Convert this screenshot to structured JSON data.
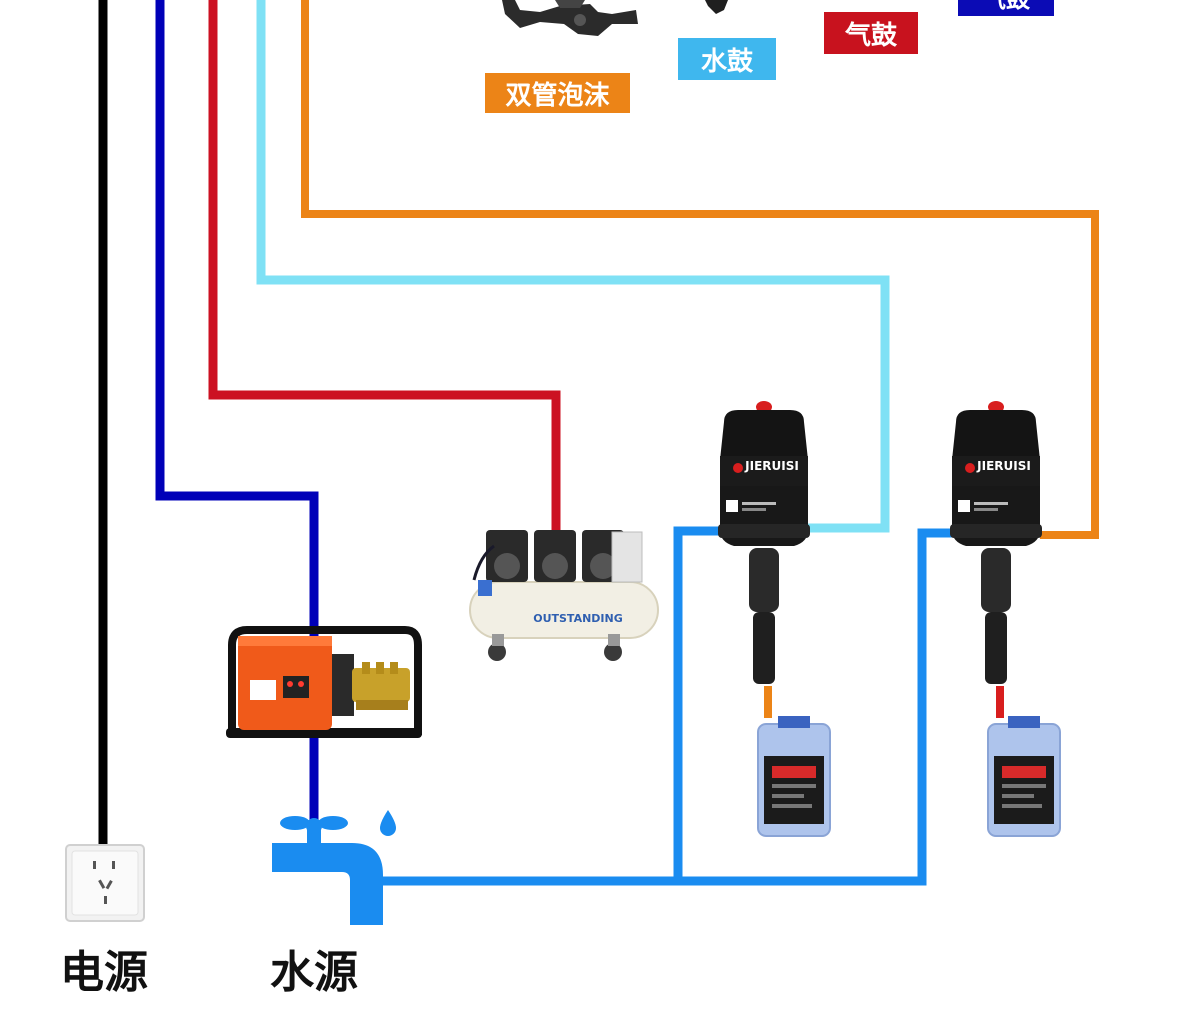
{
  "labels": {
    "foam": "双管泡沫",
    "water_drum": "水鼓",
    "air_drum": "气鼓",
    "partial_tag": "气鼓",
    "power": "电源",
    "water": "水源"
  },
  "brand": {
    "dispenser": "JIERUISI",
    "compressor": "OUTSTANDING"
  },
  "colors": {
    "power_line": "#000000",
    "water_supply_line": "#0000b8",
    "air_line": "#cc1122",
    "water_drum_line": "#7fe1f5",
    "foam_line": "#ec8417",
    "dispenser_feed_line": "#1a8cf0",
    "tag_orange": "#ec8417",
    "tag_light_blue": "#3fb7ee",
    "tag_red": "#c8121e",
    "tag_navy": "#0b0bb5"
  }
}
